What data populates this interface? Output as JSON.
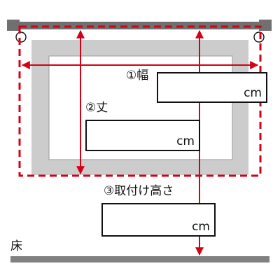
{
  "labels": {
    "width": "①幅",
    "height": "②丈",
    "mount_height": "③取付け高さ",
    "floor": "床"
  },
  "inputs": {
    "width_unit": "cm",
    "height_unit": "cm",
    "mount_height_unit": "cm"
  },
  "colors": {
    "rail": "#707070",
    "window_frame": "#cccccc",
    "measure_red": "#d40015",
    "floor": "#808080",
    "text": "#111111"
  }
}
